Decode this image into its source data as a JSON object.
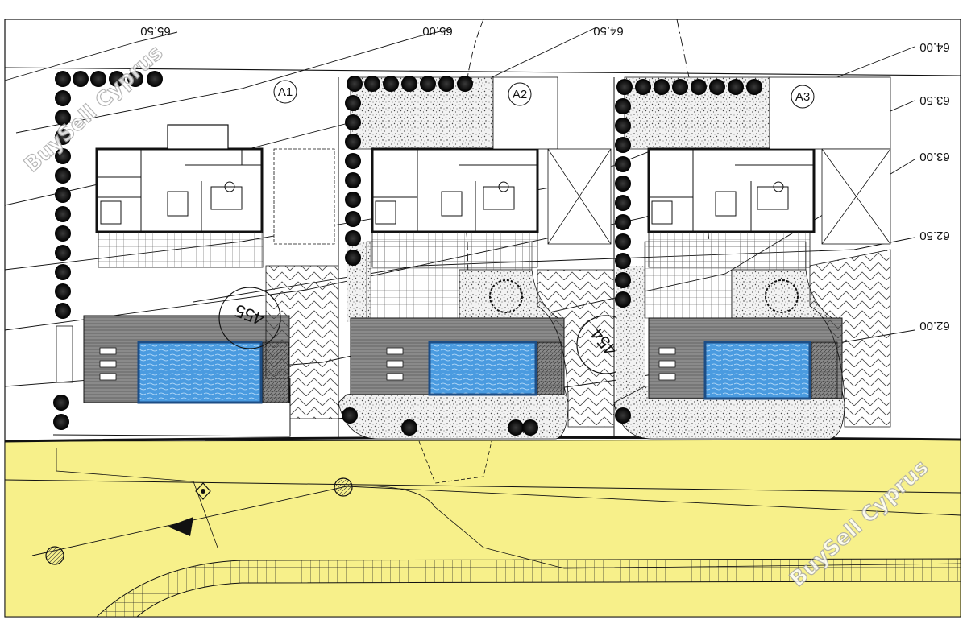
{
  "contours_top": [
    {
      "id": "c6550a",
      "label": "65.50"
    },
    {
      "id": "c6500",
      "label": "65.00"
    },
    {
      "id": "c6450",
      "label": "64.50"
    }
  ],
  "contours_right": [
    {
      "id": "c6400",
      "label": "64.00"
    },
    {
      "id": "c6350",
      "label": "63.50"
    },
    {
      "id": "c6300",
      "label": "63.00"
    },
    {
      "id": "c6250",
      "label": "62.50"
    },
    {
      "id": "c6200",
      "label": "62.00"
    }
  ],
  "plots": [
    {
      "id": "a1",
      "label": "A1"
    },
    {
      "id": "a2",
      "label": "A2"
    },
    {
      "id": "a3",
      "label": "A3"
    }
  ],
  "plot_numbers": [
    {
      "id": "n455",
      "label": "455"
    },
    {
      "id": "n454",
      "label": "454"
    }
  ],
  "watermarks": [
    {
      "id": "wm1",
      "text": "BuySell Cyprus"
    },
    {
      "id": "wm2",
      "text": "BuySell Cyprus"
    }
  ],
  "colors": {
    "road": "#f7f08a",
    "pool": "#3a8fd6",
    "pool_edge": "#1d4e86",
    "paving": "#7d7d7d",
    "trees": "#111111",
    "gravel": "#efefef"
  }
}
